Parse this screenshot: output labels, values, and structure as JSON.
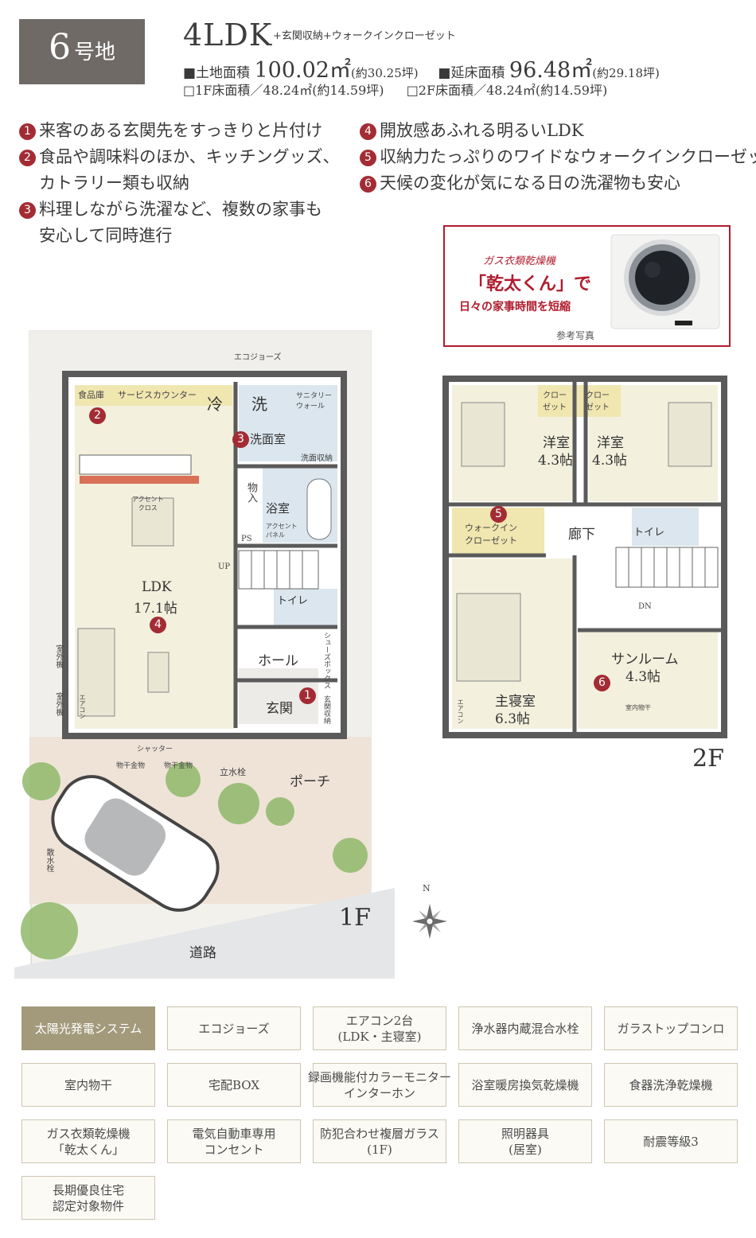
{
  "header": {
    "lot_number": "6",
    "lot_suffix": "号地",
    "plan_type": "4LDK",
    "plan_extra": "+玄関収納+ウォークインクローゼット",
    "land_area_label": "■土地面積",
    "land_area_value": "100.02㎡",
    "land_area_tsubo": "(約30.25坪)",
    "floor_area_label": "■延床面積",
    "floor_area_value": "96.48㎡",
    "floor_area_tsubo": "(約29.18坪)",
    "floor1_area": "□1F床面積／48.24㎡(約14.59坪)",
    "floor2_area": "□2F床面積／48.24㎡(約14.59坪)"
  },
  "features": [
    {
      "num": "1",
      "lines": [
        "来客のある玄関先をすっきりと片付け"
      ]
    },
    {
      "num": "2",
      "lines": [
        "食品や調味料のほか、キッチングッズ、",
        "カトラリー類も収納"
      ]
    },
    {
      "num": "3",
      "lines": [
        "料理しながら洗濯など、複数の家事も",
        "安心して同時進行"
      ]
    },
    {
      "num": "4",
      "lines": [
        "開放感あふれる明るいLDK"
      ]
    },
    {
      "num": "5",
      "lines": [
        "収納力たっぷりのワイドなウォークインクローゼット"
      ]
    },
    {
      "num": "6",
      "lines": [
        "天候の変化が気になる日の洗濯物も安心"
      ]
    }
  ],
  "dryer_promo": {
    "caption_top": "ガス衣類乾燥機",
    "product_name": "「乾太くん」で",
    "caption_bottom": "日々の家事時間を短縮",
    "photo_caption": "参考写真"
  },
  "floor1": {
    "floor_label": "1F",
    "ecojoze": "エコジョーズ",
    "pantry": "食品庫",
    "service_counter": "サービスカウンター",
    "fridge": "冷",
    "washer": "洗",
    "sanitary": "サニタリー\nウォール",
    "washroom": "洗面室",
    "wash_storage": "洗面収納",
    "storage": "物入",
    "bathroom": "浴室",
    "accent_panel": "アクセント\nパネル",
    "accent_cloth": "アクセント\nクロス",
    "ps": "PS",
    "up": "UP",
    "ldk_name": "LDK",
    "ldk_size": "17.1帖",
    "toilet": "トイレ",
    "hall": "ホール",
    "shoe_box": "シューズボックス",
    "entrance": "玄関",
    "entrance_storage": "玄関収納",
    "outdoor_unit_1": "室外機",
    "outdoor_unit_2": "室外機",
    "aircon": "エアコン",
    "shutter": "シャッター",
    "dryer_hanger_1": "物干金物",
    "dryer_hanger_2": "物干金物",
    "faucet": "立水栓",
    "porch": "ポーチ",
    "sprinkler": "散水栓",
    "road": "道路",
    "compass_n": "N"
  },
  "floor2": {
    "floor_label": "2F",
    "closet_1": "クロー\nゼット",
    "closet_2": "クロー\nゼット",
    "western_1_name": "洋室",
    "western_1_size": "4.3帖",
    "western_2_name": "洋室",
    "western_2_size": "4.3帖",
    "wic": "ウォークイン\nクローゼット",
    "corridor": "廊下",
    "toilet": "トイレ",
    "dn": "DN",
    "sunroom_name": "サンルーム",
    "sunroom_size": "4.3帖",
    "indoor_dryer": "室内物干",
    "master_name": "主寝室",
    "master_size": "6.3帖",
    "aircon": "エアコン"
  },
  "amenities": [
    {
      "label": "太陽光発電システム",
      "highlight": true
    },
    {
      "label": "エコジョーズ",
      "highlight": false
    },
    {
      "label": "エアコン2台\n(LDK・主寝室)",
      "highlight": false
    },
    {
      "label": "浄水器内蔵混合水栓",
      "highlight": false
    },
    {
      "label": "ガラストップコンロ",
      "highlight": false
    },
    {
      "label": "室内物干",
      "highlight": false
    },
    {
      "label": "宅配BOX",
      "highlight": false
    },
    {
      "label": "録画機能付カラーモニター\nインターホン",
      "highlight": false
    },
    {
      "label": "浴室暖房換気乾燥機",
      "highlight": false
    },
    {
      "label": "食器洗浄乾燥機",
      "highlight": false
    },
    {
      "label": "ガス衣類乾燥機\n「乾太くん」",
      "highlight": false
    },
    {
      "label": "電気自動車専用\nコンセント",
      "highlight": false
    },
    {
      "label": "防犯合わせ複層ガラス\n(1F)",
      "highlight": false
    },
    {
      "label": "照明器具\n(居室)",
      "highlight": false
    },
    {
      "label": "耐震等級3",
      "highlight": false
    },
    {
      "label": "長期優良住宅\n認定対象物件",
      "highlight": false
    }
  ]
}
